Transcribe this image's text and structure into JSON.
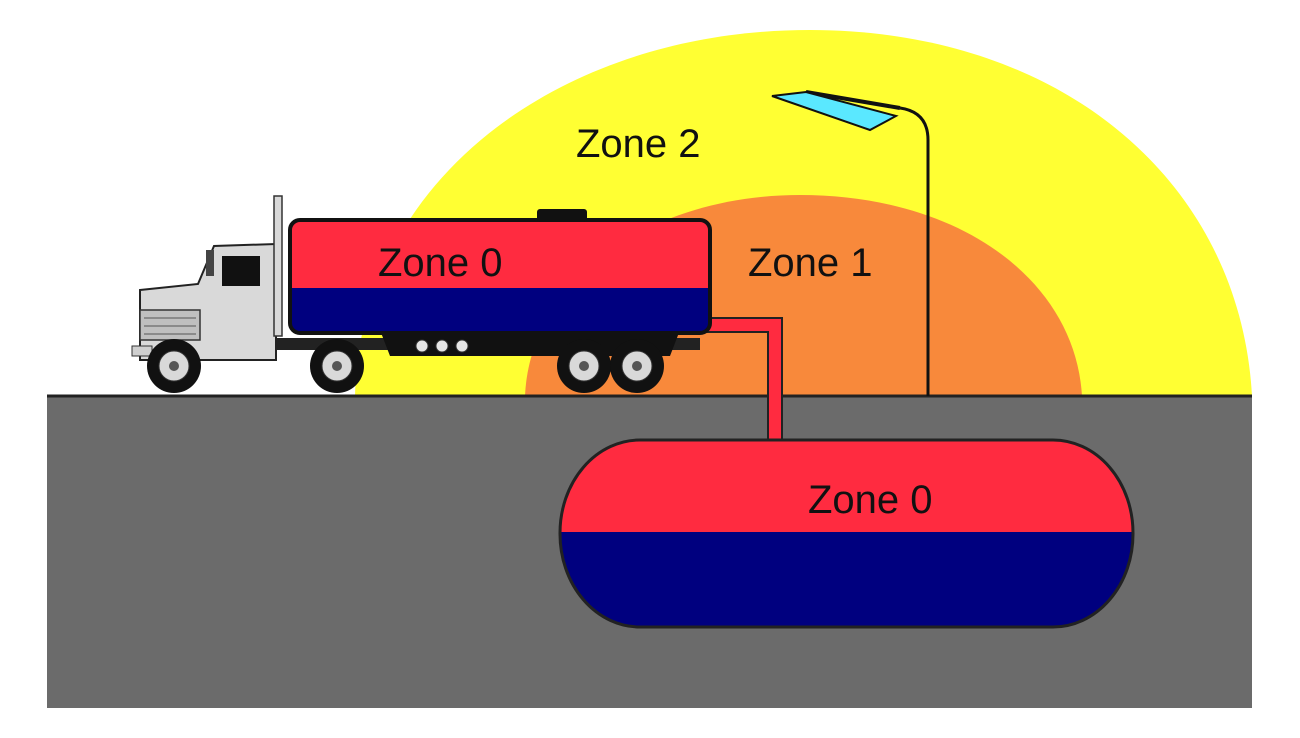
{
  "labels": {
    "zone2": "Zone 2",
    "zone1": "Zone 1",
    "tanker_zone": "Zone 0",
    "underground_zone": "Zone 0"
  },
  "colors": {
    "zone2": "#ffff33",
    "zone1": "#f8893b",
    "zone0_vapour": "#ff2b40",
    "liquid": "#00007f",
    "ground": "#6b6b6b",
    "lamp": "#5ae8ff",
    "truck_body": "#d9d9d9",
    "outline": "#111111"
  },
  "icons": {
    "truck": "tanker-truck-icon",
    "street_lamp": "street-lamp-icon"
  }
}
